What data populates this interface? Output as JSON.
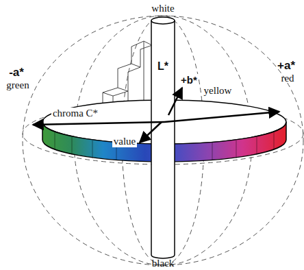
{
  "diagram": {
    "labels": [
      "white",
      "L*",
      "+b*",
      "yellow",
      "-a*",
      "green",
      "+a*",
      "red",
      "chroma C*",
      "value",
      "black"
    ]
  }
}
